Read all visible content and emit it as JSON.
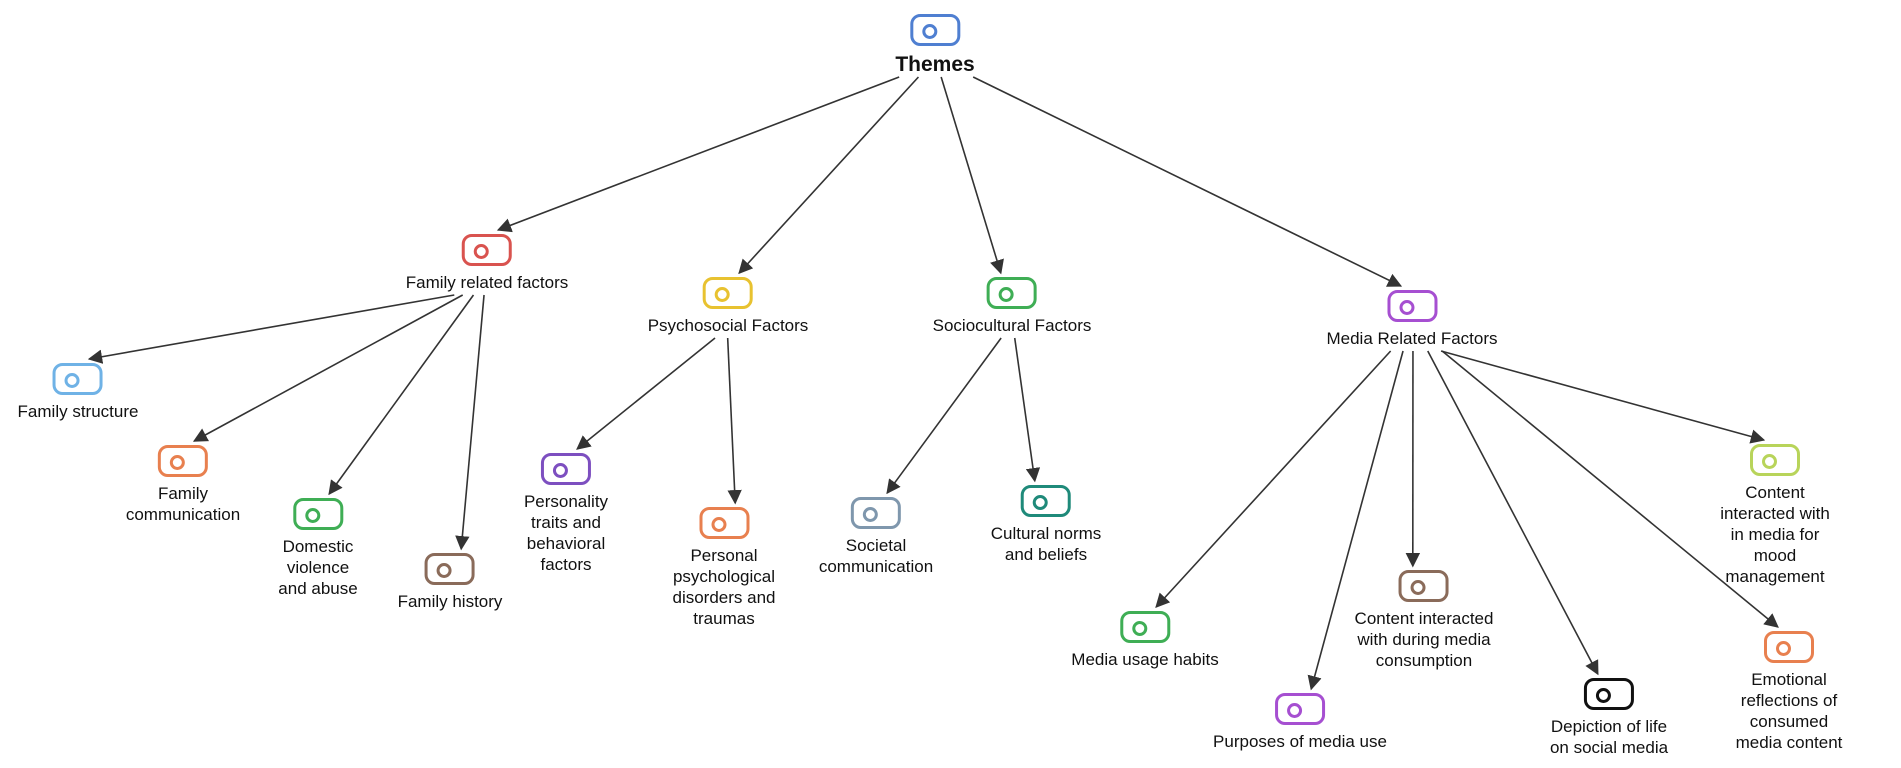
{
  "diagram": {
    "nodes": [
      {
        "id": "themes",
        "label": "Themes",
        "color": "#4f7fd1",
        "root": true
      },
      {
        "id": "family",
        "label": "Family related factors",
        "color": "#d9534f"
      },
      {
        "id": "psychosocial",
        "label": "Psychosocial Factors",
        "color": "#e8c230"
      },
      {
        "id": "sociocultural",
        "label": "Sociocultural Factors",
        "color": "#3fae55"
      },
      {
        "id": "media",
        "label": "Media Related Factors",
        "color": "#a64fd1"
      },
      {
        "id": "family_structure",
        "label": "Family structure",
        "color": "#6fb2e6"
      },
      {
        "id": "family_communication",
        "label": "Family\ncommunication",
        "color": "#e8804f"
      },
      {
        "id": "domestic_violence",
        "label": "Domestic\nviolence\nand abuse",
        "color": "#3fae55"
      },
      {
        "id": "family_history",
        "label": "Family history",
        "color": "#8a6b5a"
      },
      {
        "id": "personality",
        "label": "Personality\ntraits and\nbehavioral\nfactors",
        "color": "#7d4fc0"
      },
      {
        "id": "psych_disorders",
        "label": "Personal\npsychological\ndisorders and\ntraumas",
        "color": "#e8804f"
      },
      {
        "id": "societal_comm",
        "label": "Societal\ncommunication",
        "color": "#7f97ad"
      },
      {
        "id": "cultural_norms",
        "label": "Cultural norms\nand beliefs",
        "color": "#1f8a7a"
      },
      {
        "id": "media_usage",
        "label": "Media usage habits",
        "color": "#3fae55"
      },
      {
        "id": "purposes",
        "label": "Purposes of media use",
        "color": "#a64fd1"
      },
      {
        "id": "content_during",
        "label": "Content interacted\nwith during media\nconsumption",
        "color": "#8a6b5a"
      },
      {
        "id": "depiction",
        "label": "Depiction of life\non social media",
        "color": "#111111"
      },
      {
        "id": "emotional",
        "label": "Emotional reflections of\nconsumed media content",
        "color": "#e8804f"
      },
      {
        "id": "mood",
        "label": "Content interacted with\nin media for mood\nmanagement",
        "color": "#b8d45a"
      }
    ],
    "edges": [
      [
        "themes",
        "family"
      ],
      [
        "themes",
        "psychosocial"
      ],
      [
        "themes",
        "sociocultural"
      ],
      [
        "themes",
        "media"
      ],
      [
        "family",
        "family_structure"
      ],
      [
        "family",
        "family_communication"
      ],
      [
        "family",
        "domestic_violence"
      ],
      [
        "family",
        "family_history"
      ],
      [
        "psychosocial",
        "personality"
      ],
      [
        "psychosocial",
        "psych_disorders"
      ],
      [
        "sociocultural",
        "societal_comm"
      ],
      [
        "sociocultural",
        "cultural_norms"
      ],
      [
        "media",
        "media_usage"
      ],
      [
        "media",
        "purposes"
      ],
      [
        "media",
        "content_during"
      ],
      [
        "media",
        "depiction"
      ],
      [
        "media",
        "emotional"
      ],
      [
        "media",
        "mood"
      ]
    ]
  }
}
